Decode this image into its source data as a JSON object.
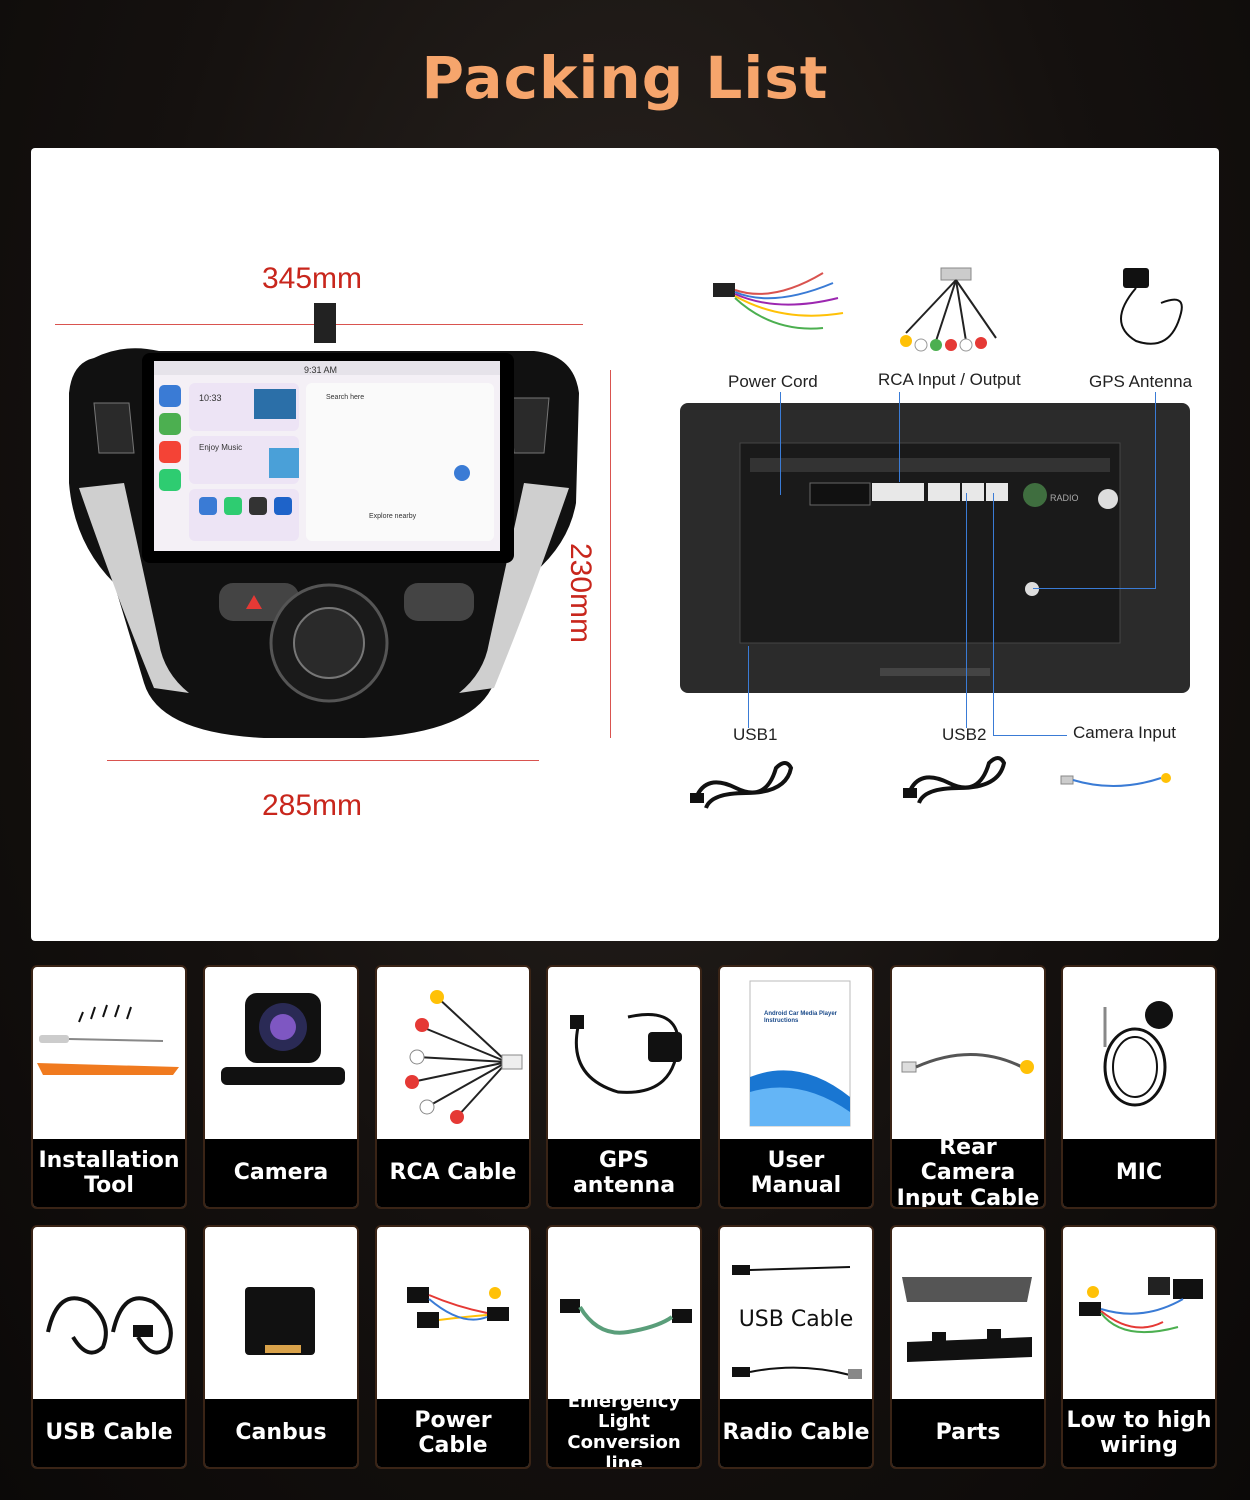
{
  "title": "Packing List",
  "dimensions": {
    "top_width": "345mm",
    "bottom_width": "285mm",
    "height": "230mm"
  },
  "screen": {
    "time": "9:31 AM",
    "clock": "10:33",
    "music": "Enjoy Music",
    "explore": "Explore nearby",
    "search": "Search here"
  },
  "back_panel_labels": {
    "power_cord": "Power Cord",
    "rca": "RCA Input / Output",
    "gps": "GPS Antenna",
    "usb1": "USB1",
    "usb2": "USB2",
    "camera_input": "Camera Input",
    "radio": "RADIO"
  },
  "manual_cover_text": "Android Car Media Player Instructions",
  "usb_card_text": "USB Cable",
  "items_row1": [
    {
      "label": "Installation Tool",
      "icon": "tool-icon"
    },
    {
      "label": "Camera",
      "icon": "camera-icon"
    },
    {
      "label": "RCA Cable",
      "icon": "rca-cable-icon"
    },
    {
      "label": "GPS antenna",
      "icon": "gps-antenna-icon"
    },
    {
      "label": "User Manual",
      "icon": "manual-icon"
    },
    {
      "label": "Rear Camera Input Cable",
      "icon": "rear-camera-cable-icon"
    },
    {
      "label": "MIC",
      "icon": "mic-icon"
    }
  ],
  "items_row2": [
    {
      "label": "USB Cable",
      "icon": "usb-cable-icon"
    },
    {
      "label": "Canbus",
      "icon": "canbus-icon"
    },
    {
      "label": "Power Cable",
      "icon": "power-cable-icon"
    },
    {
      "label": "Emergency Light Conversion line",
      "icon": "emergency-line-icon"
    },
    {
      "label": "Radio Cable",
      "icon": "radio-cable-icon"
    },
    {
      "label": "Parts",
      "icon": "parts-icon"
    },
    {
      "label": "Low to high wiring",
      "icon": "wiring-icon"
    }
  ],
  "colors": {
    "title": "#f6a56c",
    "dimension": "#c8261c",
    "callout": "#3a7bd5"
  }
}
